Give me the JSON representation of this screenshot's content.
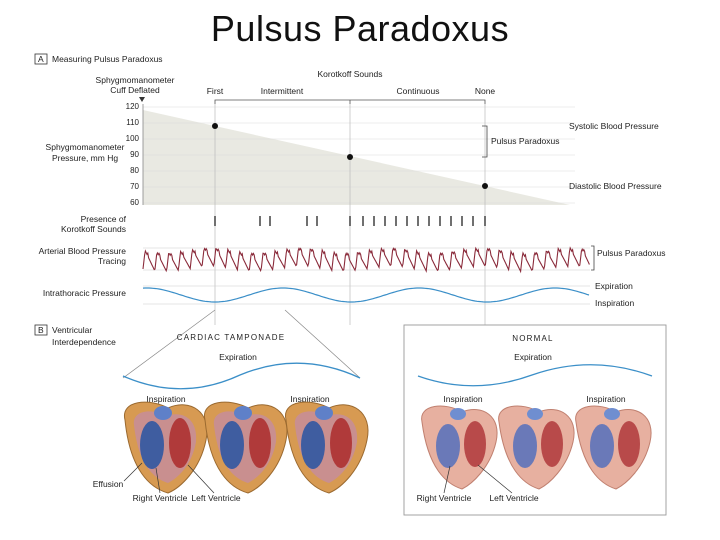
{
  "title": "Pulsus Paradoxus",
  "panel_a": {
    "letter": "A",
    "heading": "Measuring Pulsus Paradoxus",
    "cuff_label_1": "Sphygmomanometer",
    "cuff_label_2": "Cuff Deflated",
    "korotkoff_title": "Korotkoff Sounds",
    "phase_first": "First",
    "phase_intermittent": "Intermittent",
    "phase_continuous": "Continuous",
    "phase_none": "None",
    "pressure_label_1": "Sphygmomanometer",
    "pressure_label_2": "Pressure, mm Hg",
    "y_ticks": [
      "120",
      "110",
      "100",
      "90",
      "80",
      "70",
      "60"
    ],
    "pulsus_label": "Pulsus Paradoxus",
    "systolic_label": "Systolic Blood Pressure",
    "diastolic_label": "Diastolic Blood Pressure",
    "presence_label_1": "Presence of",
    "presence_label_2": "Korotkoff Sounds",
    "arterial_label_1": "Arterial Blood Pressure",
    "arterial_label_2": "Tracing",
    "arterial_pulsus": "Pulsus Paradoxus",
    "intrathoracic_label": "Intrathoracic Pressure",
    "expiration": "Expiration",
    "inspiration": "Inspiration"
  },
  "panel_b": {
    "letter": "B",
    "heading_1": "Ventricular",
    "heading_2": "Interdependence",
    "tamponade_title": "CARDIAC TAMPONADE",
    "normal_title": "NORMAL",
    "expiration": "Expiration",
    "inspiration": "Inspiration",
    "effusion": "Effusion",
    "right_ventricle": "Right Ventricle",
    "left_ventricle": "Left Ventricle"
  },
  "colors": {
    "wedge": "#e9e9e2",
    "trace": "#8a2a3a",
    "wave": "#3b8fc8",
    "effusion": "#d79a52",
    "rv": "#3f5da0",
    "lv": "#b03a3a"
  }
}
